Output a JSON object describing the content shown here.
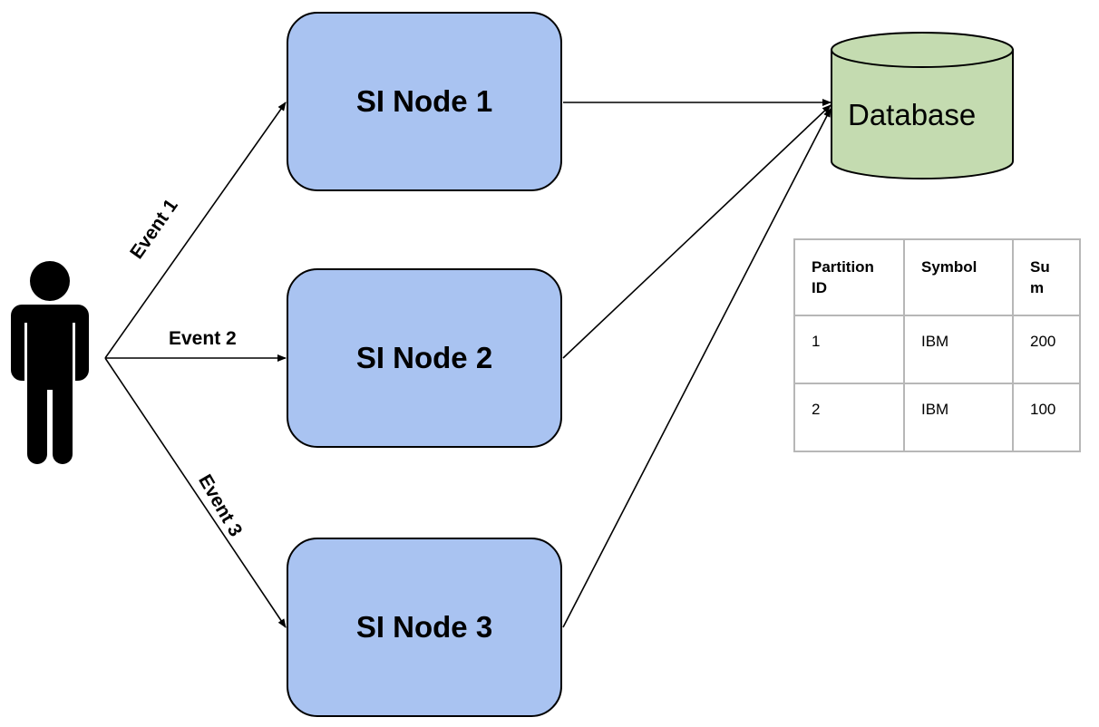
{
  "nodes": [
    {
      "label": "SI Node 1",
      "fill": "#a9c3f1"
    },
    {
      "label": "SI Node 2",
      "fill": "#a9c3f1"
    },
    {
      "label": "SI Node 3",
      "fill": "#a9c3f1"
    }
  ],
  "edges": {
    "event_1": "Event 1",
    "event_2": "Event 2",
    "event_3": "Event 3"
  },
  "user": {
    "icon": "person-icon",
    "color": "#000000"
  },
  "database": {
    "label": "Database",
    "fill": "#c4dbb0",
    "icon": "cylinder-icon"
  },
  "table": {
    "headers": [
      "Partition ID",
      "Symbol",
      "Su m"
    ],
    "rows": [
      [
        "1",
        "IBM",
        "200"
      ],
      [
        "2",
        "IBM",
        "100"
      ]
    ]
  }
}
